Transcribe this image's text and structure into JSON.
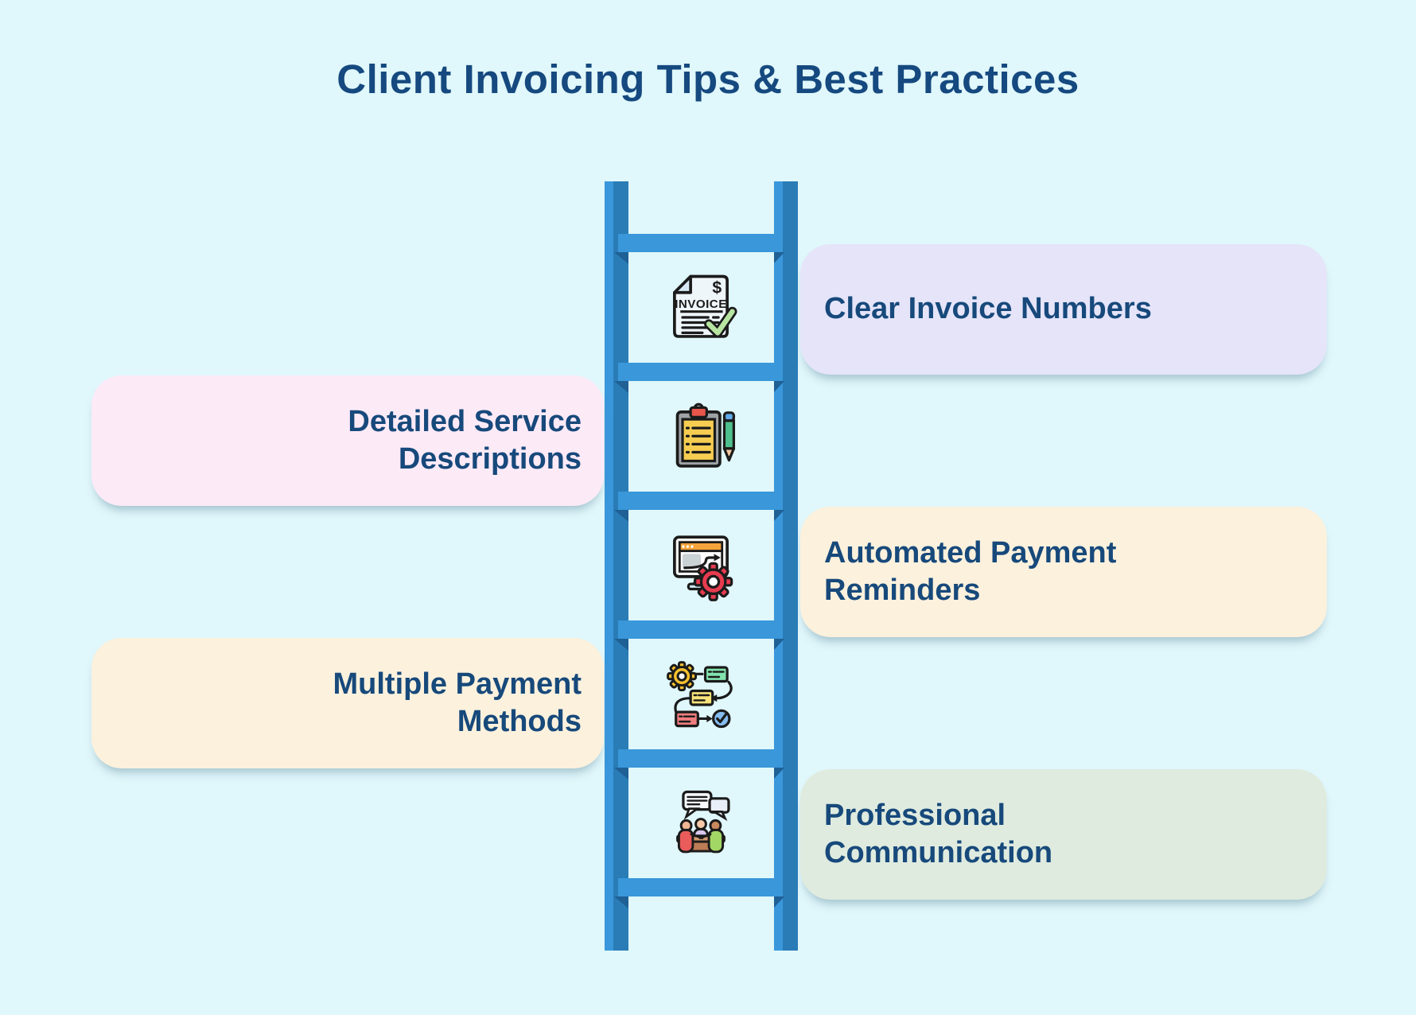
{
  "title": "Client Invoicing Tips & Best Practices",
  "colors": {
    "background": "#E0F7FB",
    "title_text": "#15497F",
    "card_text": "#17497B",
    "ladder_rail_light": "#3B97DB",
    "ladder_rail_dark": "#2A7CB6",
    "ladder_rung": "#3997DA",
    "ladder_shadow": "#1F6095"
  },
  "cards": [
    {
      "label": "Clear Invoice Numbers",
      "side": "right",
      "background": "#E5E4F9",
      "icon": "invoice-check-icon"
    },
    {
      "label": "Detailed Service\nDescriptions",
      "side": "left",
      "background": "#FCEAF7",
      "icon": "clipboard-pencil-icon"
    },
    {
      "label": "Automated Payment\nReminders",
      "side": "right",
      "background": "#FCF1DD",
      "icon": "automated-reminder-icon"
    },
    {
      "label": "Multiple Payment\nMethods",
      "side": "left",
      "background": "#FCF1DD",
      "icon": "workflow-icon"
    },
    {
      "label": "Professional\nCommunication",
      "side": "right",
      "background": "#DFEBDF",
      "icon": "communication-icon"
    }
  ]
}
